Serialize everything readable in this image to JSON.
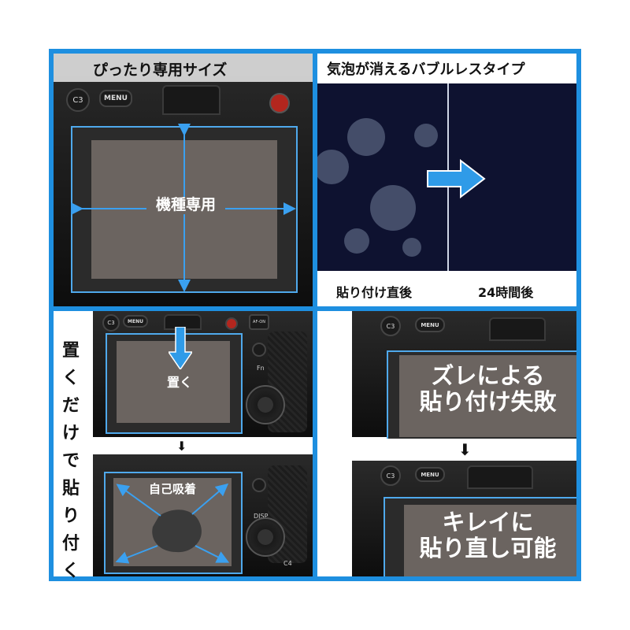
{
  "colors": {
    "accent": "#1e8fe0",
    "screen": "#6b6460",
    "night": "#0e1230"
  },
  "panel1": {
    "header": "ぴったり専用サイズ",
    "center_label": "機種専用",
    "buttons": {
      "c3": "C3",
      "menu": "MENU"
    }
  },
  "panel2": {
    "header": "気泡が消えるバブルレスタイプ",
    "left_caption": "貼り付け直後",
    "right_caption": "24時間後"
  },
  "panel3": {
    "vertical_text": "置くだけで貼り付く",
    "place_label": "置く",
    "self_adhesion_label": "自己吸着",
    "buttons": {
      "c3": "C3",
      "menu": "MENU",
      "af": "AF-ON",
      "fn": "Fn",
      "disp": "DISP",
      "c4": "C4"
    },
    "arrow_down": "⬇"
  },
  "panel4": {
    "top_text_line1": "ズレによる",
    "top_text_line2": "貼り付け失敗",
    "bottom_text_line1": "キレイに",
    "bottom_text_line2": "貼り直し可能",
    "buttons": {
      "c3": "C3",
      "menu": "MENU"
    },
    "arrow_down": "⬇"
  }
}
